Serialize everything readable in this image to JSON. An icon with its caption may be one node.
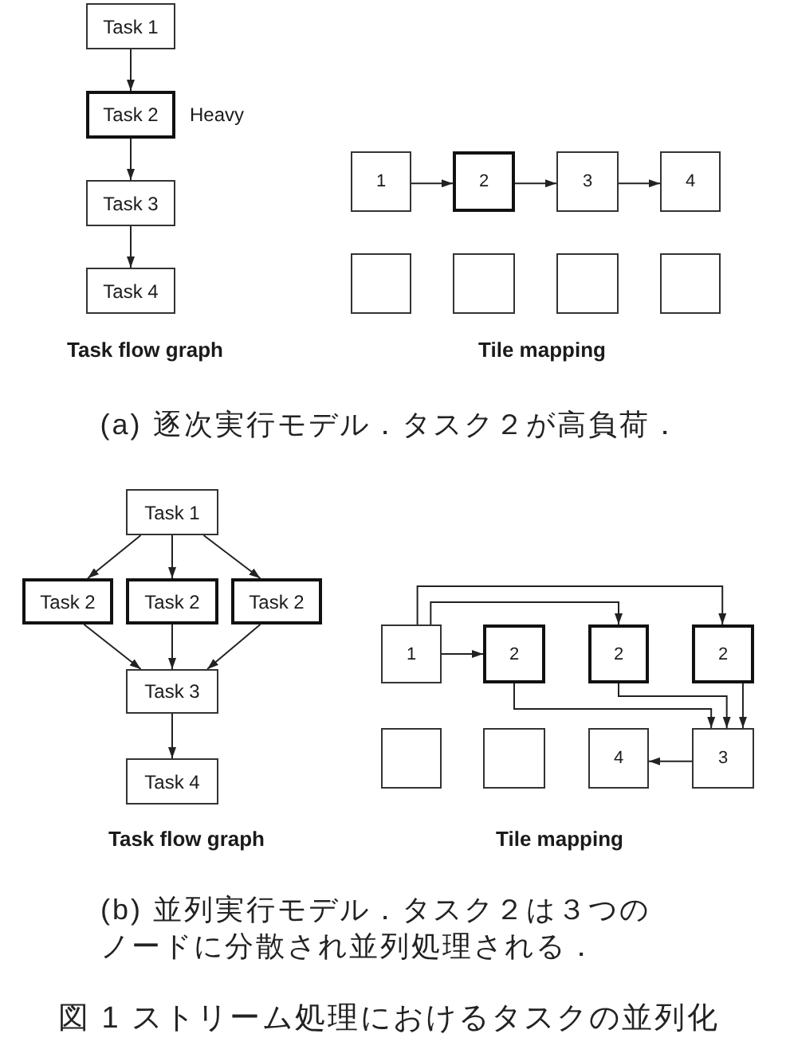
{
  "diagram": {
    "caption": "図 1 ストリーム処理におけるタスクの並列化",
    "nodes": [
      {
        "text": [
          "Task 1"
        ]
      },
      {
        "text": [
          "Task 2"
        ],
        "beside": [
          "Heavy"
        ]
      },
      {
        "text": [
          "Task 3"
        ]
      },
      {
        "text": [
          "Task 4"
        ]
      },
      {
        "text": [
          "1"
        ]
      },
      {
        "text": [
          "2"
        ]
      },
      {
        "text": [
          "3"
        ]
      },
      {
        "text": [
          "4"
        ]
      },
      {
        "text": [],
        "shape": "box"
      },
      {
        "text": [],
        "shape": "box"
      },
      {
        "text": [],
        "shape": "box"
      },
      {
        "text": [],
        "shape": "box"
      },
      {
        "text": [
          "Task 1"
        ]
      },
      {
        "text": [
          "Task 2"
        ]
      },
      {
        "text": [
          "Task 2"
        ]
      },
      {
        "text": [
          "Task 2"
        ]
      },
      {
        "text": [
          "Task 3"
        ]
      },
      {
        "text": [
          "Task 4"
        ]
      },
      {
        "text": [
          "1"
        ]
      },
      {
        "text": [
          "2"
        ]
      },
      {
        "text": [
          "2"
        ]
      },
      {
        "text": [
          "2"
        ]
      },
      {
        "text": [],
        "shape": "box"
      },
      {
        "text": [],
        "shape": "box"
      },
      {
        "text": [
          "4"
        ]
      },
      {
        "text": [
          "3"
        ]
      }
    ],
    "edges": [
      {
        "from": 0,
        "to": 1,
        "arrow": "to"
      },
      {
        "from": 1,
        "to": 2,
        "arrow": "to"
      },
      {
        "from": 2,
        "to": 3,
        "arrow": "to"
      },
      {
        "from": 4,
        "to": 5,
        "arrow": "to"
      },
      {
        "from": 5,
        "to": 6,
        "arrow": "to"
      },
      {
        "from": 6,
        "to": 7,
        "arrow": "to"
      },
      {
        "from": 12,
        "to": 13,
        "arrow": "to"
      },
      {
        "from": 12,
        "to": 14,
        "arrow": "to"
      },
      {
        "from": 12,
        "to": 15,
        "arrow": "to"
      },
      {
        "from": 13,
        "to": 16,
        "arrow": "to"
      },
      {
        "from": 14,
        "to": 16,
        "arrow": "to"
      },
      {
        "from": 15,
        "to": 16,
        "arrow": "to"
      },
      {
        "from": 16,
        "to": 17,
        "arrow": "to"
      },
      {
        "from": 18,
        "to": 19,
        "arrow": "to"
      },
      {
        "from": 18,
        "to": 20,
        "arrow": "to"
      },
      {
        "from": 18,
        "to": 21,
        "arrow": "to"
      },
      {
        "from": 19,
        "to": 25,
        "arrow": "to"
      },
      {
        "from": 20,
        "to": 25,
        "arrow": "to"
      },
      {
        "from": 21,
        "to": 25,
        "arrow": "to"
      },
      {
        "from": 25,
        "to": 24,
        "arrow": "to"
      }
    ],
    "labels": [
      "Task flow graph",
      "Tile mapping",
      "(a) 逐次実行モデル．タスク２が高負荷．",
      "Task flow graph",
      "Tile mapping",
      "(b) 並列実行モデル．タスク２は３つのノードに分散され並列処理される．"
    ]
  }
}
